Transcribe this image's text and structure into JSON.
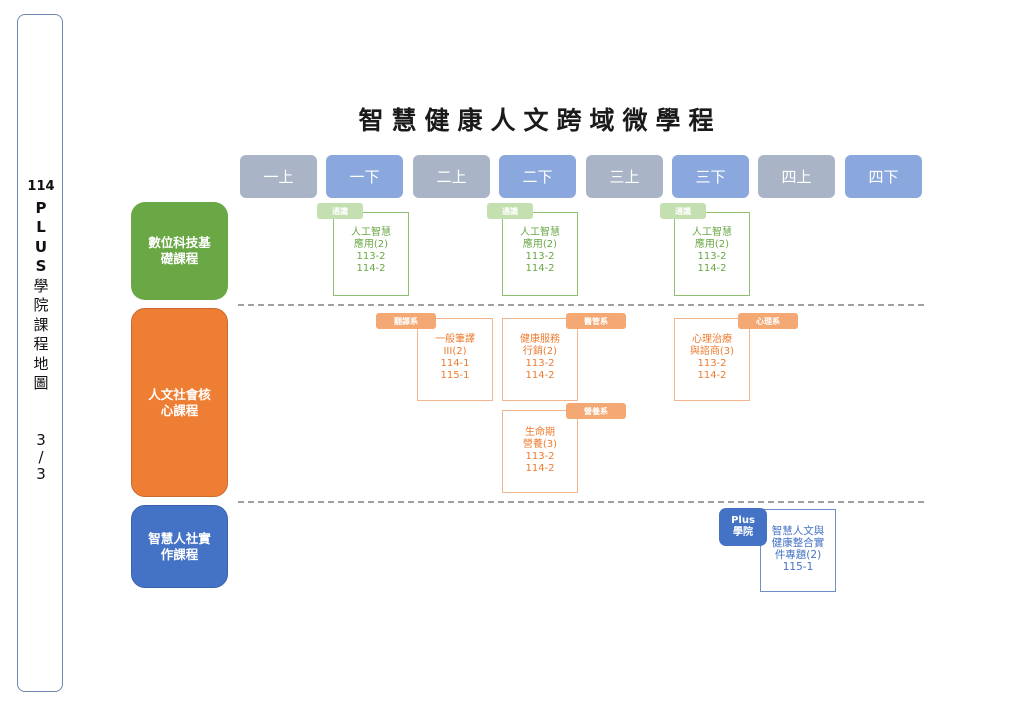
{
  "sidebar": {
    "year": "114",
    "letters": [
      "P",
      "L",
      "U",
      "S"
    ],
    "chars": [
      "學",
      "院",
      "課",
      "程",
      "地",
      "圖"
    ],
    "page": [
      "3",
      "/",
      "3"
    ]
  },
  "title": "智慧健康人文跨域微學程",
  "semesters": [
    {
      "label": "一上",
      "type": "up"
    },
    {
      "label": "一下",
      "type": "down"
    },
    {
      "label": "二上",
      "type": "up"
    },
    {
      "label": "二下",
      "type": "down"
    },
    {
      "label": "三上",
      "type": "up"
    },
    {
      "label": "三下",
      "type": "down"
    },
    {
      "label": "四上",
      "type": "up"
    },
    {
      "label": "四下",
      "type": "down"
    }
  ],
  "categories": [
    {
      "lines": [
        "數位科技基",
        "礎課程"
      ],
      "color": "#6aa745"
    },
    {
      "lines": [
        "人文社會核",
        "心課程"
      ],
      "color": "#ef7e35"
    },
    {
      "lines": [
        "智慧人社實",
        "作課程"
      ],
      "color": "#4472c4"
    }
  ],
  "courses": {
    "digital": [
      {
        "tag": "通識",
        "lines": [
          "人工智慧",
          "應用(2)",
          "113-2",
          "114-2"
        ],
        "semester": "一下"
      },
      {
        "tag": "通識",
        "lines": [
          "人工智慧",
          "應用(2)",
          "113-2",
          "114-2"
        ],
        "semester": "二下"
      },
      {
        "tag": "通識",
        "lines": [
          "人工智慧",
          "應用(2)",
          "113-2",
          "114-2"
        ],
        "semester": "三下"
      }
    ],
    "humanities": [
      {
        "tag": "翻譯系",
        "lines": [
          "一般筆譯",
          "III(2)",
          "114-1",
          "115-1"
        ],
        "semester": "二上"
      },
      {
        "tag": "醫管系",
        "lines": [
          "健康服務",
          "行銷(2)",
          "113-2",
          "114-2"
        ],
        "semester": "二下"
      },
      {
        "tag": "心理系",
        "lines": [
          "心理治療",
          "與諮商(3)",
          "113-2",
          "114-2"
        ],
        "semester": "三下"
      },
      {
        "tag": "營養系",
        "lines": [
          "生命期",
          "營養(3)",
          "113-2",
          "114-2"
        ],
        "semester": "二下"
      }
    ],
    "practice": [
      {
        "tag": [
          "Plus",
          "學院"
        ],
        "lines": [
          "智慧人文與",
          "健康整合實",
          "件專題(2)",
          "115-1"
        ],
        "semester": "三下/四上"
      }
    ]
  },
  "colors": {
    "green": "#6aa745",
    "orange": "#ef7e35",
    "blue": "#4472c4",
    "semester_up": "#a9b4c6",
    "semester_down": "#8aa8dd"
  }
}
